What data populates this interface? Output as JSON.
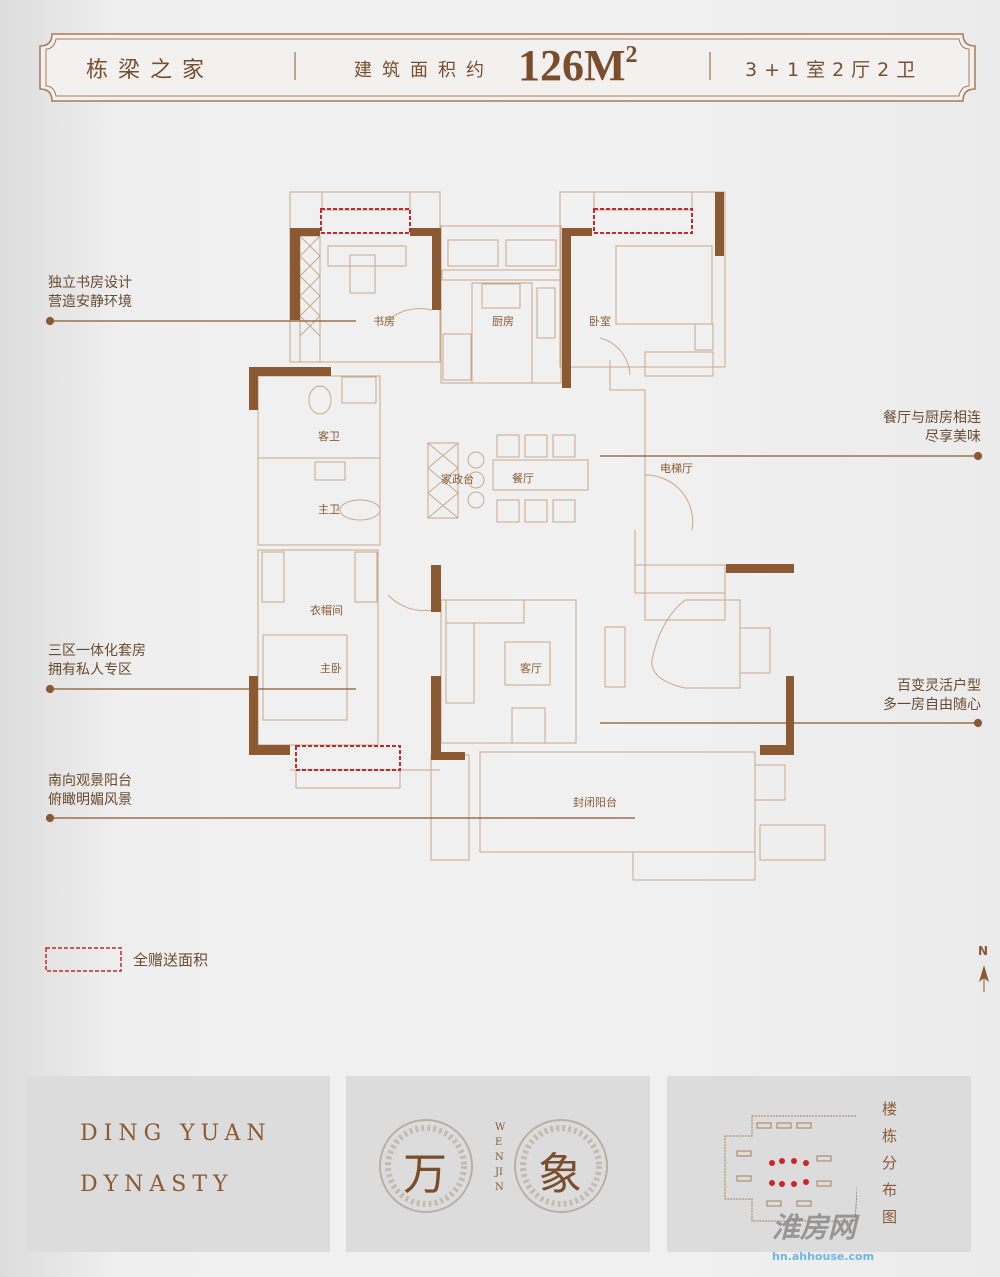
{
  "header": {
    "project_name": "栋梁之家",
    "area_label": "建筑面积约",
    "area_value": "126M",
    "area_sup": "2",
    "layout": "3+1室2厅2卫"
  },
  "rooms": {
    "study": "书房",
    "kitchen": "厨房",
    "bedroom": "卧室",
    "guest_bath": "客卫",
    "housework": "家政台",
    "dining": "餐厅",
    "elevator_hall": "电梯厅",
    "master_bath": "主卫",
    "cloakroom": "衣帽间",
    "master_bedroom": "主卧",
    "living": "客厅",
    "balcony": "封闭阳台"
  },
  "notes": [
    {
      "line1": "独立书房设计",
      "line2": "营造安静环境"
    },
    {
      "line1": "餐厅与厨房相连",
      "line2": "尽享美味"
    },
    {
      "line1": "三区一体化套房",
      "line2": "拥有私人专区"
    },
    {
      "line1": "百变灵活户型",
      "line2": "多一房自由随心"
    },
    {
      "line1": "南向观景阳台",
      "line2": "俯瞰明媚风景"
    }
  ],
  "legend": {
    "gift_area": "全赠送面积"
  },
  "compass": "N",
  "footer": {
    "brand_line1": "DING YUAN",
    "brand_line2": "DYNASTY",
    "seal_char1": "万",
    "seal_char2": "象",
    "seal_vertical": "WENJIN",
    "site_map_title": "楼栋分布图"
  },
  "watermark": {
    "name": "淮房网",
    "url": "hn.ahhouse.com"
  },
  "colors": {
    "brand": "#8b5a32",
    "line": "#c9a88a",
    "gift": "#c8262a"
  }
}
